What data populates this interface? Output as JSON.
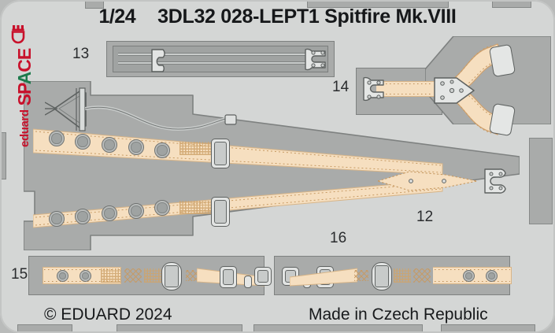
{
  "sheet": {
    "scale": "1/24",
    "title": "3DL32 028-LEPT1 Spitfire Mk.VIII",
    "copyright": "© EDUARD 2024",
    "origin": "Made in Czech Republic",
    "brand": {
      "word": "eduard",
      "space_red": "SP",
      "space_green": "A",
      "space_red2": "CE",
      "logo_icon": "eduard-castle-logo"
    },
    "colors": {
      "sheet_bg": "#d4d6d5",
      "fret_metal": "#a9abaa",
      "fret_edge": "#7e8180",
      "belt_tan": "#f6dfc0",
      "belt_stitch": "#c79a62",
      "buckle_steel": "#e2e4e3",
      "brand_red": "#c8112b",
      "brand_green": "#1d7a4c",
      "text_dark": "#16181a"
    },
    "parts": [
      {
        "number": "13",
        "description": "long-strap-bar-with-end-fittings"
      },
      {
        "number": "14",
        "description": "y-shaped-shoulder-harness-with-triangle-plate"
      },
      {
        "number": "12",
        "description": "main-shoulder-harness-straps-converging"
      },
      {
        "number": "16",
        "description": "lower-harness-strap"
      },
      {
        "number": "15",
        "description": "lap-belt-with-grommets-and-buckles"
      }
    ]
  }
}
